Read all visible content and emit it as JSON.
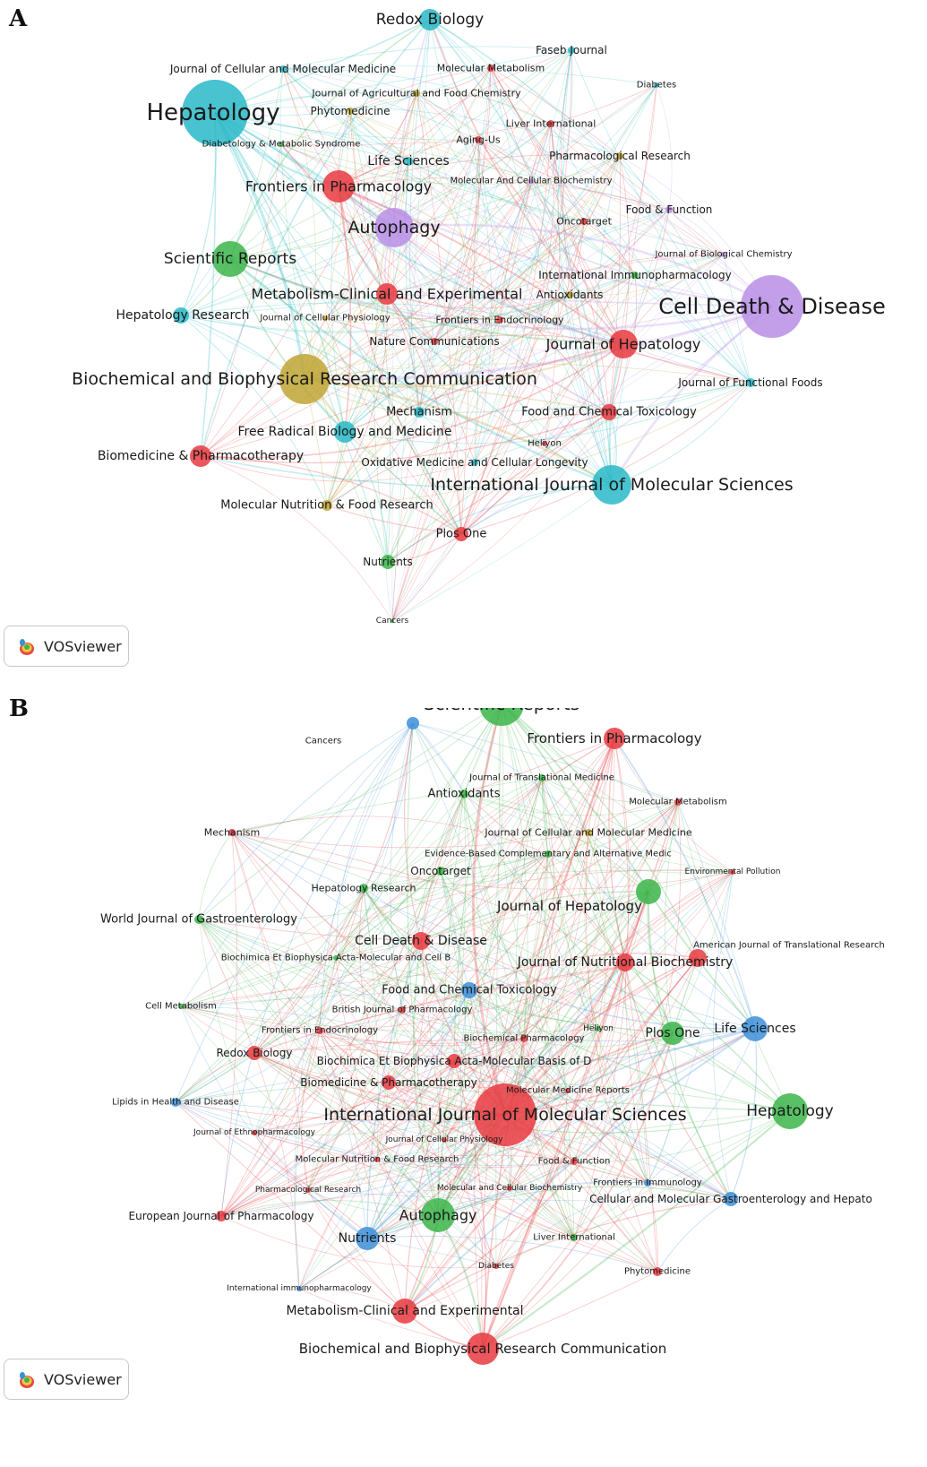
{
  "colors": {
    "red": "#e8393f",
    "green": "#3cb54a",
    "blue": "#3d8fd8",
    "cyan": "#29b9c7",
    "purple": "#b98ee6",
    "olive": "#bfa434"
  },
  "panel_a": {
    "letter": "A",
    "badge": "VOSviewer",
    "nodes": [
      {
        "label": "Hepatology",
        "color": "cyan",
        "big": 1
      },
      {
        "label": "Redox Biology",
        "color": "cyan"
      },
      {
        "label": "Journal of Cellular and Molecular Medicine",
        "color": "cyan"
      },
      {
        "label": "Faseb Journal",
        "color": "cyan"
      },
      {
        "label": "Molecular Metabolism",
        "color": "red"
      },
      {
        "label": "Diabetes",
        "color": "cyan"
      },
      {
        "label": "Journal of Agricultural and Food Chemistry",
        "color": "olive"
      },
      {
        "label": "Phytomedicine",
        "color": "olive"
      },
      {
        "label": "Liver International",
        "color": "red"
      },
      {
        "label": "Diabetology & Metabolic Syndrome",
        "color": "green"
      },
      {
        "label": "Aging-Us",
        "color": "red"
      },
      {
        "label": "Life Sciences",
        "color": "cyan"
      },
      {
        "label": "Pharmacological Research",
        "color": "olive"
      },
      {
        "label": "Frontiers in Pharmacology",
        "color": "red"
      },
      {
        "label": "Molecular And Cellular Biochemistry",
        "color": "purple"
      },
      {
        "label": "Food & Function",
        "color": "purple"
      },
      {
        "label": "Oncotarget",
        "color": "red"
      },
      {
        "label": "Autophagy",
        "color": "purple"
      },
      {
        "label": "Journal of Biological Chemistry",
        "color": "purple"
      },
      {
        "label": "Scientific Reports",
        "color": "green"
      },
      {
        "label": "International Immunopharmacology",
        "color": "green"
      },
      {
        "label": "Cell Death & Disease",
        "color": "purple",
        "big": 1
      },
      {
        "label": "Metabolism-Clinical and Experimental",
        "color": "red"
      },
      {
        "label": "Antioxidants",
        "color": "olive"
      },
      {
        "label": "Hepatology Research",
        "color": "cyan"
      },
      {
        "label": "Journal of Cellular Physiology",
        "color": "olive"
      },
      {
        "label": "Frontiers in Endocrinology",
        "color": "red"
      },
      {
        "label": "Nature Communications",
        "color": "red"
      },
      {
        "label": "Journal of Hepatology",
        "color": "red"
      },
      {
        "label": "Biochemical and Biophysical Research Communication",
        "color": "olive"
      },
      {
        "label": "Journal of Functional Foods",
        "color": "cyan"
      },
      {
        "label": "Mechanism",
        "color": "cyan"
      },
      {
        "label": "Food and Chemical Toxicology",
        "color": "red"
      },
      {
        "label": "Free Radical Biology and Medicine",
        "color": "cyan"
      },
      {
        "label": "Heliyon",
        "color": "red"
      },
      {
        "label": "Biomedicine & Pharmacotherapy",
        "color": "red"
      },
      {
        "label": "Oxidative Medicine and Cellular Longevity",
        "color": "cyan"
      },
      {
        "label": "International Journal of Molecular Sciences",
        "color": "cyan",
        "big": 1
      },
      {
        "label": "Molecular Nutrition & Food Research",
        "color": "olive"
      },
      {
        "label": "Plos One",
        "color": "red"
      },
      {
        "label": "Nutrients",
        "color": "green"
      },
      {
        "label": "Cancers",
        "color": "green"
      }
    ]
  },
  "panel_b": {
    "letter": "B",
    "badge": "VOSviewer",
    "nodes": [
      {
        "label": "Scientific Reports",
        "color": "green",
        "big": 1
      },
      {
        "label": "Frontiers in Pharmacology",
        "color": "red"
      },
      {
        "label": "Cancers",
        "color": "blue"
      },
      {
        "label": "Journal of Translational Medicine",
        "color": "green"
      },
      {
        "label": "Antioxidants",
        "color": "green"
      },
      {
        "label": "Molecular Metabolism",
        "color": "red"
      },
      {
        "label": "Mechanism",
        "color": "red"
      },
      {
        "label": "Journal of Cellular and Molecular Medicine",
        "color": "olive"
      },
      {
        "label": "Evidence-Based Complementary and Alternative Medic",
        "color": "green"
      },
      {
        "label": "Oncotarget",
        "color": "green"
      },
      {
        "label": "Environmental Pollution",
        "color": "red"
      },
      {
        "label": "Hepatology Research",
        "color": "green"
      },
      {
        "label": "Journal of Hepatology",
        "color": "green"
      },
      {
        "label": "World Journal of Gastroenterology",
        "color": "green"
      },
      {
        "label": "Cell Death & Disease",
        "color": "red"
      },
      {
        "label": "American Journal of Translational Research",
        "color": "red"
      },
      {
        "label": "Biochimica Et Biophysica Acta-Molecular and Cell B",
        "color": "green"
      },
      {
        "label": "Journal of Nutritional Biochemistry",
        "color": "red"
      },
      {
        "label": "Food and Chemical Toxicology",
        "color": "blue"
      },
      {
        "label": "Cell Metabolism",
        "color": "green"
      },
      {
        "label": "British Journal of Pharmacology",
        "color": "red"
      },
      {
        "label": "Frontiers in Endocrinology",
        "color": "red"
      },
      {
        "label": "Heliyon",
        "color": "green"
      },
      {
        "label": "Plos One",
        "color": "green"
      },
      {
        "label": "Life Sciences",
        "color": "blue"
      },
      {
        "label": "Redox Biology",
        "color": "red"
      },
      {
        "label": "Biochemical Pharmacology",
        "color": "red"
      },
      {
        "label": "Biochimica Et Biophysica Acta-Molecular Basis of D",
        "color": "red"
      },
      {
        "label": "Biomedicine & Pharmacotherapy",
        "color": "red"
      },
      {
        "label": "Molecular Medicine Reports",
        "color": "red"
      },
      {
        "label": "Lipids in Health and Disease",
        "color": "blue"
      },
      {
        "label": "International Journal of Molecular Sciences",
        "color": "red",
        "big": 1
      },
      {
        "label": "Hepatology",
        "color": "green",
        "big": 1
      },
      {
        "label": "Journal of Ethnopharmacology",
        "color": "red"
      },
      {
        "label": "Journal of Cellular Physiology",
        "color": "red"
      },
      {
        "label": "Molecular Nutrition & Food Research",
        "color": "red"
      },
      {
        "label": "Food & Function",
        "color": "red"
      },
      {
        "label": "Pharmacological Research",
        "color": "red"
      },
      {
        "label": "Frontiers in Immunology",
        "color": "blue"
      },
      {
        "label": "Molecular and Cellular Biochemistry",
        "color": "red"
      },
      {
        "label": "Cellular and Molecular Gastroenterology and Hepato",
        "color": "blue"
      },
      {
        "label": "European Journal of Pharmacology",
        "color": "red"
      },
      {
        "label": "Autophagy",
        "color": "green"
      },
      {
        "label": "Nutrients",
        "color": "blue"
      },
      {
        "label": "Liver International",
        "color": "green"
      },
      {
        "label": "Diabetes",
        "color": "red"
      },
      {
        "label": "Phytomedicine",
        "color": "red"
      },
      {
        "label": "International immunopharmacology",
        "color": "blue"
      },
      {
        "label": "Metabolism-Clinical and Experimental",
        "color": "red"
      },
      {
        "label": "Biochemical and Biophysical Research Communication",
        "color": "red"
      }
    ]
  }
}
